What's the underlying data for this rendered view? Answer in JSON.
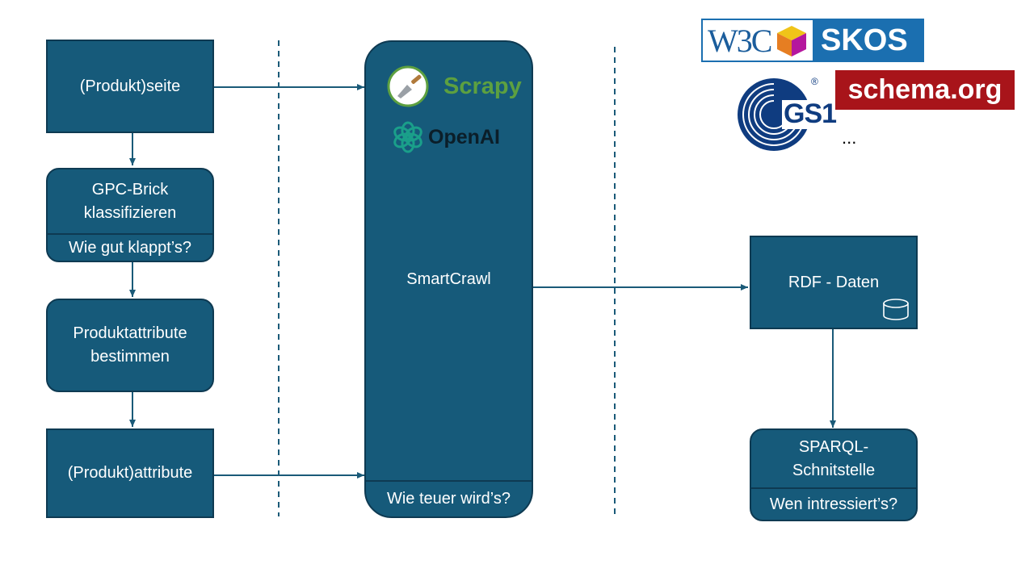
{
  "nodes": {
    "produktseite": "(Produkt)seite",
    "gpc_brick": "GPC-Brick\nklassifizieren",
    "gpc_question": "Wie gut klappt’s?",
    "produktattribute_bestimmen": "Produktattribute\nbestimmen",
    "produktattribute": "(Produkt)attribute",
    "smartcrawl": "SmartCrawl",
    "smartcrawl_question": "Wie teuer wird’s?",
    "rdf_daten": "RDF - Daten",
    "sparql": "SPARQL-\nSchnitstelle",
    "sparql_question": "Wen intressiert’s?"
  },
  "logos": {
    "scrapy": "Scrapy",
    "openai": "OpenAI",
    "w3c": "W3C",
    "skos": "SKOS",
    "gs1": "GS1",
    "schema_org": "schema.org",
    "more": "..."
  },
  "colors": {
    "box_fill": "#165a7a",
    "box_border": "#0e3a52",
    "arrow": "#1a5a78",
    "scrapy_green": "#5da040",
    "w3c_blue": "#1b5d9c",
    "skos_blue": "#1b6fb0",
    "schema_red": "#a8141a",
    "gs1_blue": "#0f3c80"
  }
}
